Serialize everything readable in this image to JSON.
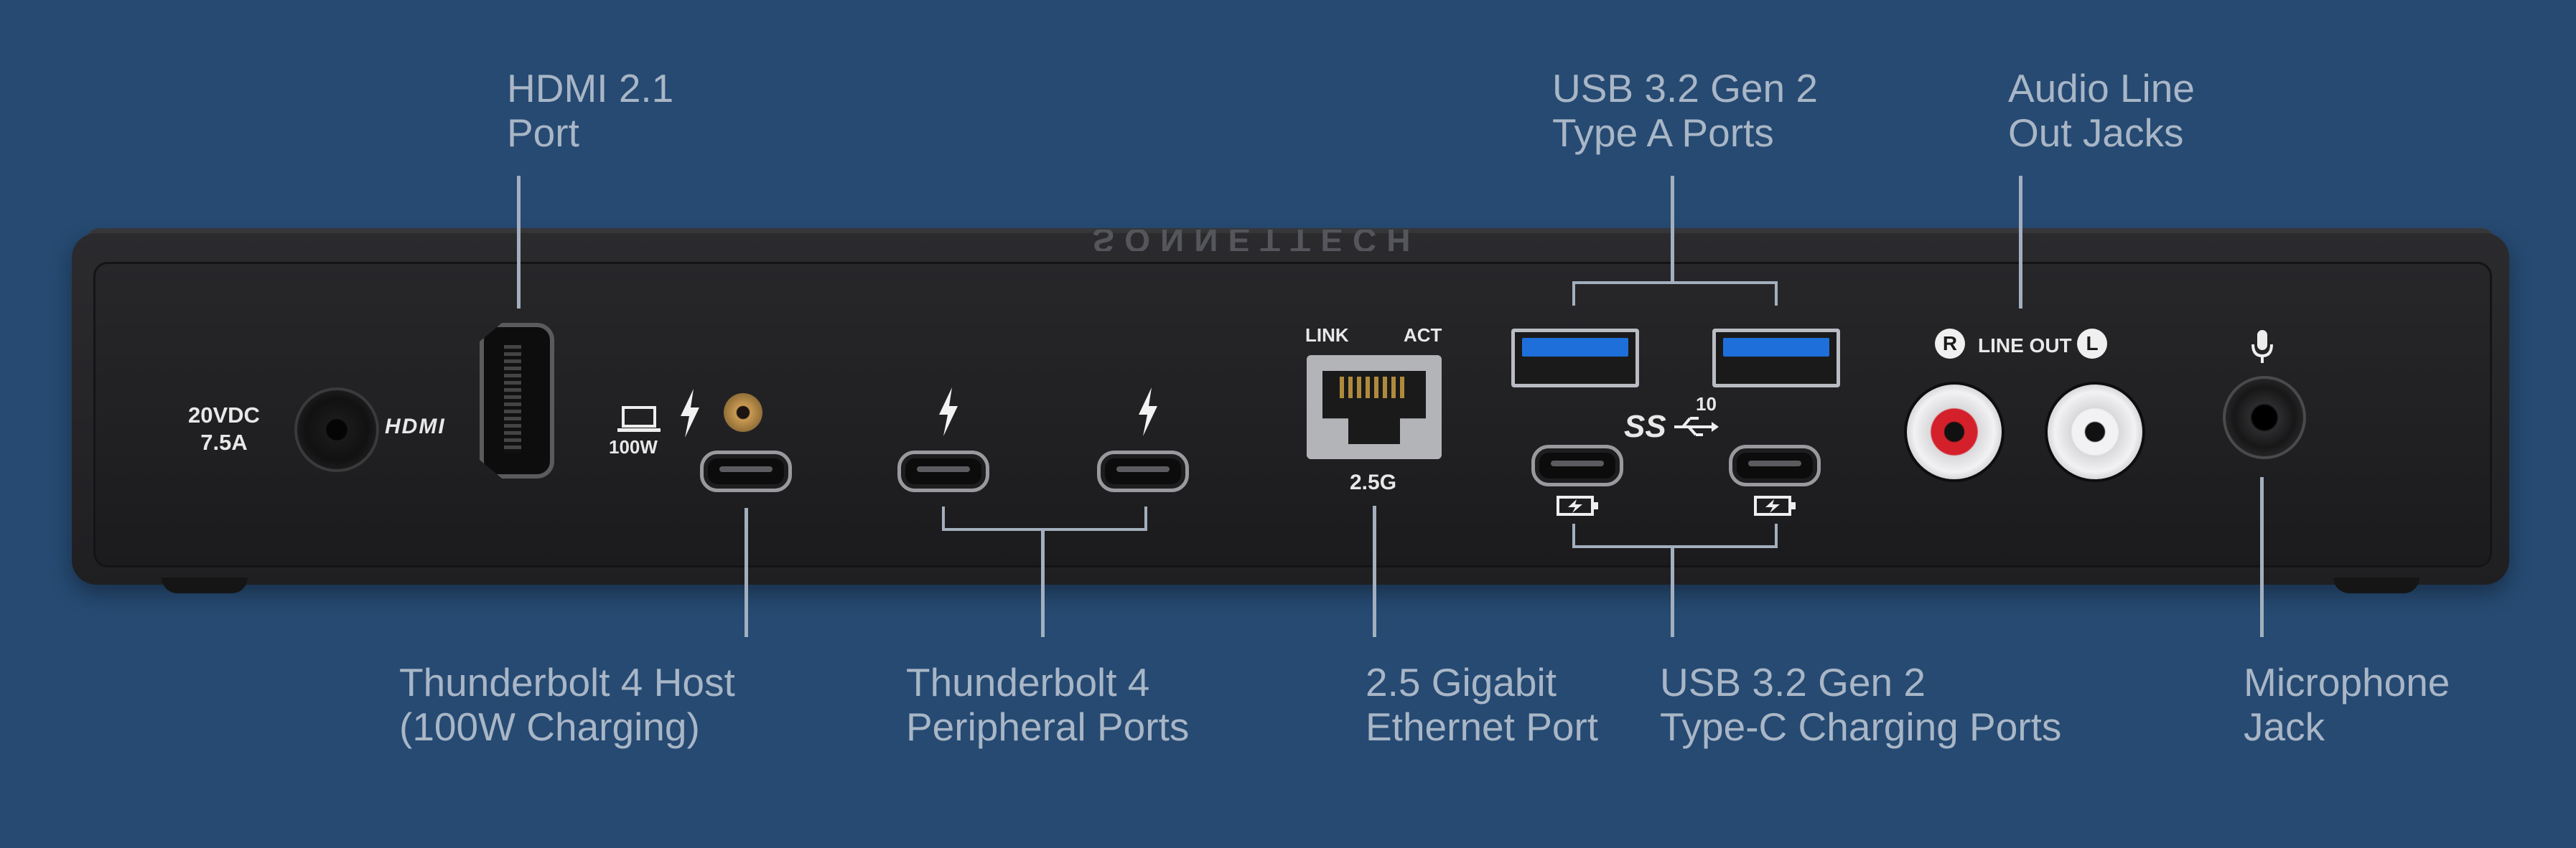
{
  "callouts": {
    "hdmi": [
      "HDMI 2.1",
      "Port"
    ],
    "usb_a": [
      "USB 3.2 Gen 2",
      "Type A Ports"
    ],
    "audio": [
      "Audio Line",
      "Out Jacks"
    ],
    "tb4_host": [
      "Thunderbolt 4 Host",
      "(100W Charging)"
    ],
    "tb4_periph": [
      "Thunderbolt 4",
      "Peripheral Ports"
    ],
    "ethernet": [
      "2.5 Gigabit",
      "Ethernet Port"
    ],
    "usb_c": [
      "USB 3.2 Gen 2",
      "Type-C Charging Ports"
    ],
    "mic": [
      "Microphone",
      "Jack"
    ]
  },
  "device": {
    "power_label": [
      "20VDC",
      "7.5A"
    ],
    "hdmi_logo": "HDMI",
    "host_wattage": "100W",
    "link_label": "LINK",
    "act_label": "ACT",
    "ethernet_speed": "2.5G",
    "ss_logo": "SS",
    "ss_speed": "10",
    "line_out_label": "LINE OUT",
    "right_channel": "R",
    "left_channel": "L",
    "top_brand_text": "SONNETTECH"
  },
  "colors": {
    "background": "#264a72",
    "callout_text": "#a9b6c6",
    "usb_a_blue": "#1e6fd9",
    "rca_red": "#d4202a",
    "rca_white": "#f2f2f4"
  },
  "icons": [
    "laptop-icon",
    "thunderbolt-icon",
    "battery-charge-icon",
    "microphone-icon",
    "usb-trident-icon"
  ]
}
